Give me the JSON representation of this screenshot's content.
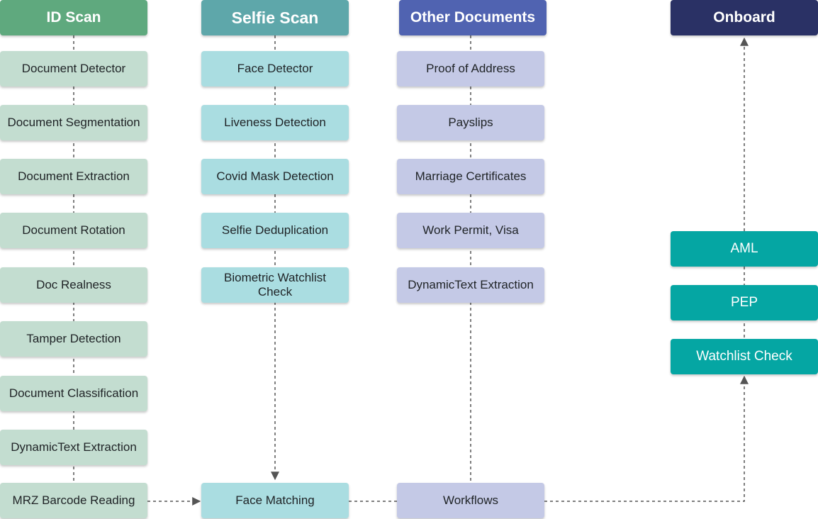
{
  "columns": {
    "id_scan": {
      "header": "ID Scan",
      "items": [
        "Document Detector",
        "Document Segmentation",
        "Document Extraction",
        "Document Rotation",
        "Doc Realness",
        "Tamper Detection",
        "Document Classification",
        "DynamicText Extraction",
        "MRZ Barcode Reading"
      ]
    },
    "selfie_scan": {
      "header": "Selfie Scan",
      "items": [
        "Face Detector",
        "Liveness Detection",
        "Covid Mask Detection",
        "Selfie Deduplication",
        "Biometric Watchlist Check",
        "Face Matching"
      ]
    },
    "other_documents": {
      "header": "Other Documents",
      "items": [
        "Proof of Address",
        "Payslips",
        "Marriage Certificates",
        "Work Permit, Visa",
        "DynamicText Extraction",
        "Workflows"
      ]
    },
    "onboard": {
      "header": "Onboard",
      "items": [
        "AML",
        "PEP",
        "Watchlist Check"
      ]
    }
  },
  "colors": {
    "id_header": "#5fa97e",
    "id_item": "#c3ddd0",
    "selfie_header": "#5ea7aa",
    "selfie_item": "#aadde1",
    "docs_header": "#5063b1",
    "docs_item": "#c4c9e6",
    "onboard_header": "#2a3165",
    "onboard_item": "#05a6a3",
    "connector": "#555555"
  }
}
